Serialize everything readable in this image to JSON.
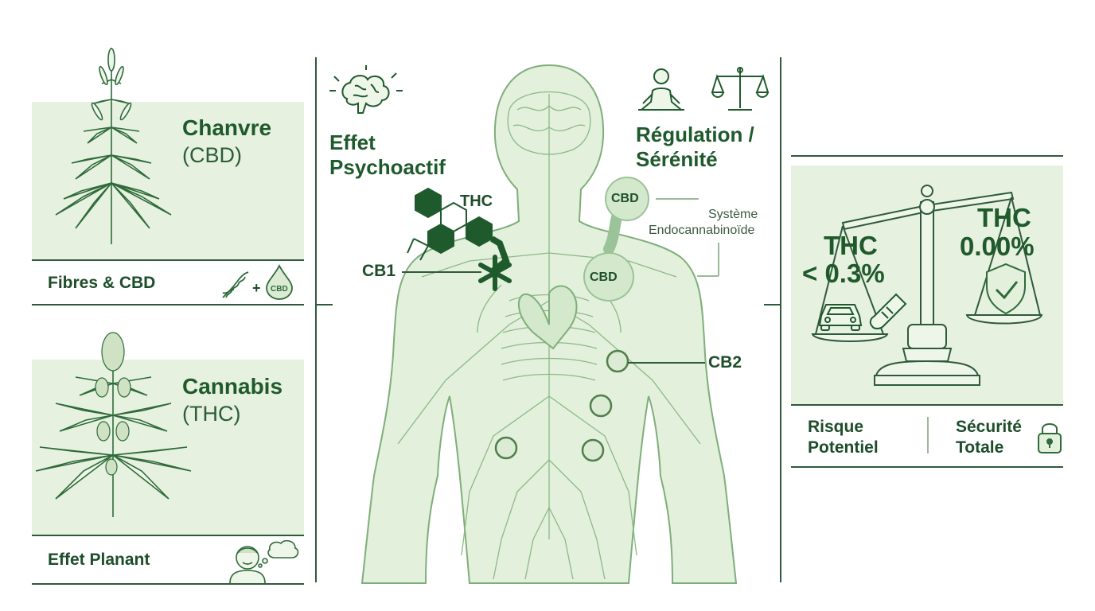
{
  "left": {
    "hemp": {
      "title": "Chanvre",
      "subtitle": "(CBD)",
      "footer": "Fibres & CBD",
      "drop_label": "CBD",
      "plus": "+"
    },
    "cannabis": {
      "title": "Cannabis",
      "subtitle": "(THC)",
      "footer": "Effet Planant"
    }
  },
  "center": {
    "psycho_title": "Effet Psychoactif",
    "psycho_line1": "Effet",
    "psycho_line2": "Psychoactif",
    "regul_line1": "Régulation /",
    "regul_line2": "Sérénité",
    "thc_label": "THC",
    "cb1_label": "CB1",
    "cb2_label": "CB2",
    "cbd_bubble1": "CBD",
    "cbd_bubble2": "CBD",
    "system_line1": "Système",
    "system_line2": "Endocannabinoïde"
  },
  "right": {
    "thc_left_line1": "THC",
    "thc_left_line2": "< 0.3%",
    "thc_right_line1": "THC",
    "thc_right_line2": "0.00%",
    "risk_line1": "Risque",
    "risk_line2": "Potentiel",
    "safe_line1": "Sécurité",
    "safe_line2": "Totale"
  },
  "colors": {
    "panel": "#e6f1df",
    "dark_green": "#1f5a2c",
    "line": "#2f5a3a",
    "body_fill": "#e3f0dc",
    "body_stroke": "#7fae7a"
  }
}
